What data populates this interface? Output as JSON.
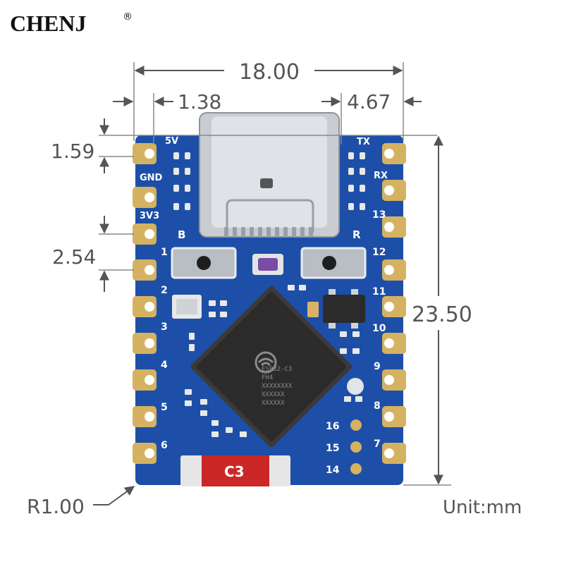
{
  "brand": {
    "name": "CHENJ",
    "registered": "®"
  },
  "dimensions": {
    "width": "18.00",
    "left_offset": "1.38",
    "right_offset": "4.67",
    "top_offset": "1.59",
    "pin_pitch": "2.54",
    "height": "23.50",
    "corner_radius": "R1.00",
    "unit": "Unit:mm"
  },
  "silkscreen": {
    "left_labels": [
      "5V",
      "GND",
      "3V3",
      "1",
      "2",
      "3",
      "4",
      "5",
      "6"
    ],
    "right_labels": [
      "TX",
      "RX",
      "13",
      "12",
      "11",
      "10",
      "9",
      "8",
      "7"
    ],
    "bottom_labels": [
      "16",
      "15",
      "14"
    ],
    "button_boot": "B",
    "button_reset": "R",
    "capacitor": "C3"
  },
  "chip": {
    "lines": [
      "ESP32-C3",
      "FH4",
      "XXXXXXXX",
      "XXXXXX",
      "XXXXXX"
    ]
  },
  "colors": {
    "board": "#1d4fa8",
    "pad": "#d4b262",
    "chip": "#2b2b2b",
    "usb": "#c9cdd2",
    "capacitor": "#cc2727"
  }
}
